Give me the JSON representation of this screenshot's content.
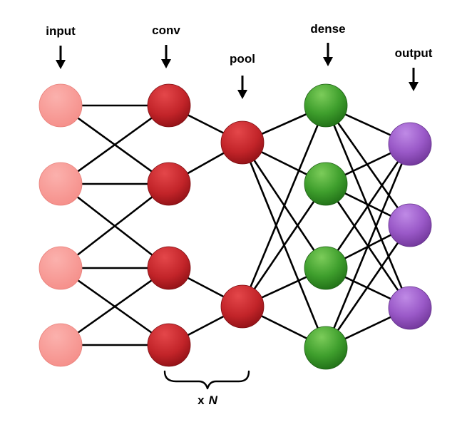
{
  "layers": [
    {
      "id": "input",
      "label": "input",
      "color": "#f99a96",
      "nodes": 4
    },
    {
      "id": "conv",
      "label": "conv",
      "color": "#c0262a",
      "nodes": 4
    },
    {
      "id": "pool",
      "label": "pool",
      "color": "#c0262a",
      "nodes": 2
    },
    {
      "id": "dense",
      "label": "dense",
      "color": "#3fa32e",
      "nodes": 4
    },
    {
      "id": "output",
      "label": "output",
      "color": "#9a59c8",
      "nodes": 3
    }
  ],
  "repeat": {
    "prefix": "x",
    "variable": "N"
  },
  "connectivity": {
    "input_to_conv": "crossed-neighbors",
    "conv_to_pool": "pairwise",
    "pool_to_dense": "full",
    "dense_to_output": "full"
  }
}
